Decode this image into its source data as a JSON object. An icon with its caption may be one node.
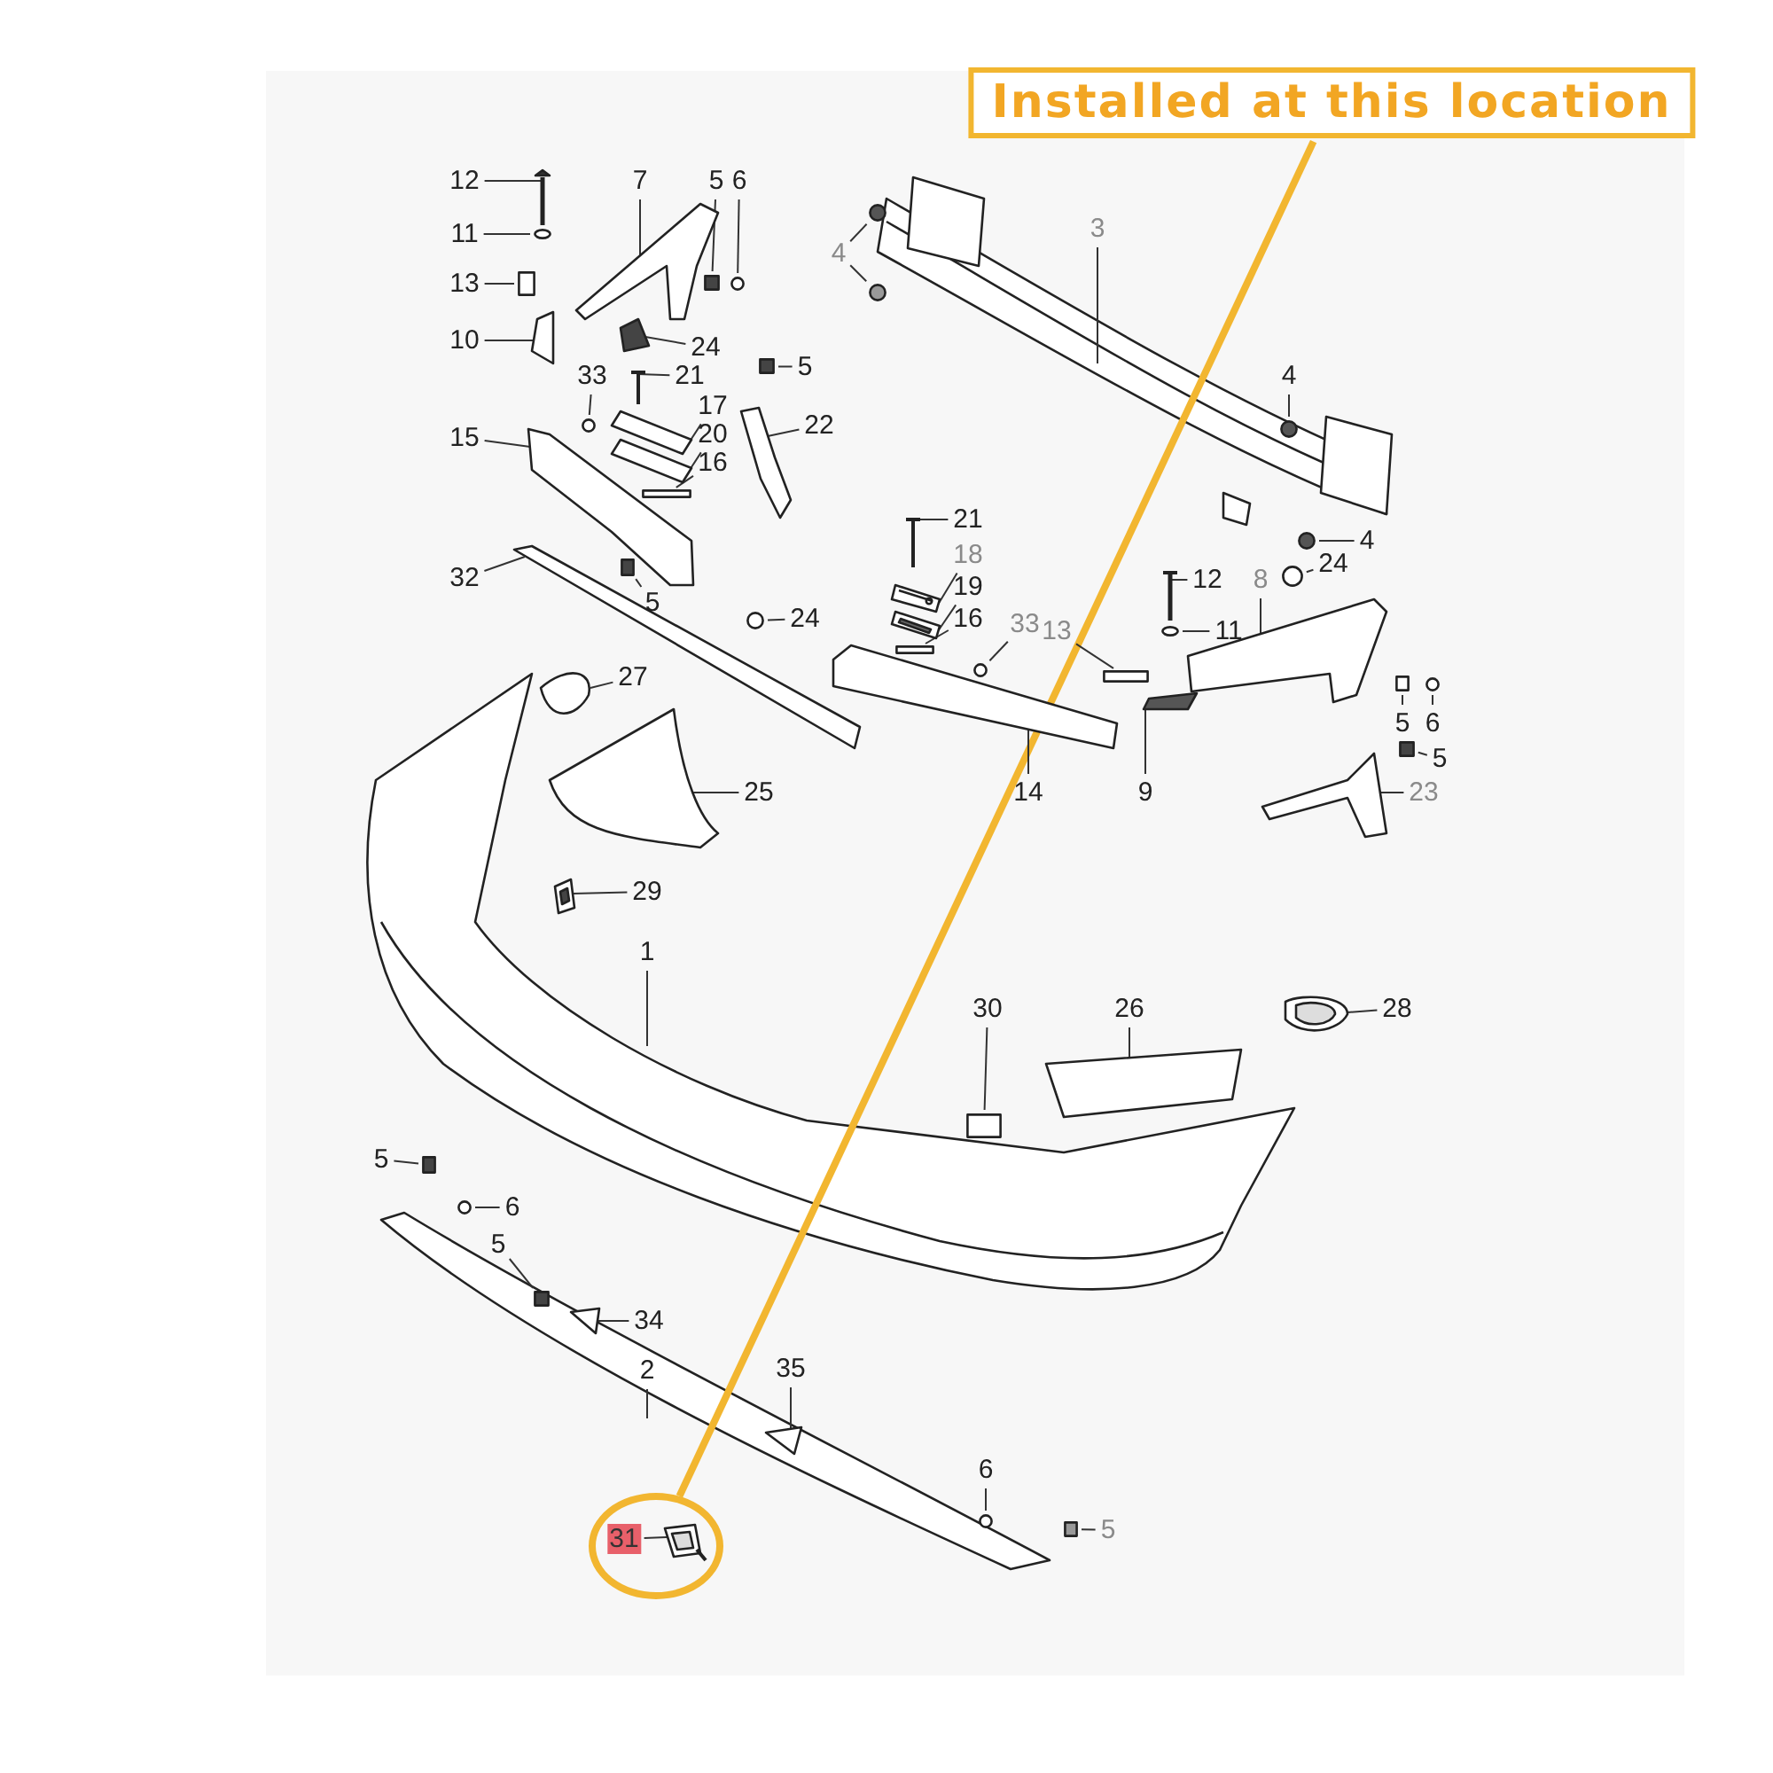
{
  "diagram": {
    "nodes": [
      {
        "text": [
          "Installed at this location"
        ]
      },
      {
        "text": [],
        "shape": "circle"
      },
      {
        "text": [
          "12"
        ]
      },
      {
        "text": [
          "11"
        ]
      },
      {
        "text": [
          "13"
        ]
      },
      {
        "text": [
          "10"
        ]
      },
      {
        "text": [
          "7"
        ]
      },
      {
        "text": [
          "5"
        ]
      },
      {
        "text": [
          "6"
        ]
      },
      {
        "text": [
          "24"
        ]
      },
      {
        "text": [
          "4"
        ]
      },
      {
        "text": [
          "3"
        ]
      },
      {
        "text": [
          "33"
        ]
      },
      {
        "text": [
          "21"
        ]
      },
      {
        "text": [
          "17"
        ]
      },
      {
        "text": [
          "20"
        ]
      },
      {
        "text": [
          "16"
        ]
      },
      {
        "text": [
          "5"
        ]
      },
      {
        "text": [
          "22"
        ]
      },
      {
        "text": [
          "15"
        ]
      },
      {
        "text": [
          "32"
        ]
      },
      {
        "text": [
          "5"
        ]
      },
      {
        "text": [
          "24"
        ]
      },
      {
        "text": [
          "21"
        ]
      },
      {
        "text": [
          "18"
        ]
      },
      {
        "text": [
          "19"
        ]
      },
      {
        "text": [
          "16"
        ]
      },
      {
        "text": [
          "33"
        ]
      },
      {
        "text": [
          "14"
        ]
      },
      {
        "text": [
          "13"
        ]
      },
      {
        "text": [
          "12"
        ]
      },
      {
        "text": [
          "11"
        ]
      },
      {
        "text": [
          "9"
        ]
      },
      {
        "text": [
          "8"
        ]
      },
      {
        "text": [
          "24"
        ]
      },
      {
        "text": [
          "5"
        ]
      },
      {
        "text": [
          "6"
        ]
      },
      {
        "text": [
          "5"
        ]
      },
      {
        "text": [
          "23"
        ]
      },
      {
        "text": [
          "4"
        ]
      },
      {
        "text": [
          "4"
        ]
      },
      {
        "text": [
          "27"
        ]
      },
      {
        "text": [
          "25"
        ]
      },
      {
        "text": [
          "29"
        ]
      },
      {
        "text": [
          "1"
        ]
      },
      {
        "text": [
          "30"
        ]
      },
      {
        "text": [
          "26"
        ]
      },
      {
        "text": [
          "28"
        ]
      },
      {
        "text": [
          "5"
        ]
      },
      {
        "text": [
          "6"
        ]
      },
      {
        "text": [
          "5"
        ]
      },
      {
        "text": [
          "34"
        ]
      },
      {
        "text": [
          "2"
        ]
      },
      {
        "text": [
          "35"
        ]
      },
      {
        "text": [
          "6"
        ]
      },
      {
        "text": [
          "5"
        ]
      },
      {
        "text": [
          "31"
        ],
        "in": 1
      },
      {
        "text": [],
        "shape": "picture"
      },
      {
        "text": [],
        "shape": "circle"
      },
      {
        "text": [],
        "shape": "box"
      },
      {
        "text": [],
        "shape": "picture"
      },
      {
        "text": [],
        "shape": "picture"
      },
      {
        "text": [],
        "shape": "box"
      },
      {
        "text": [],
        "shape": "circle"
      },
      {
        "text": [],
        "shape": "picture"
      },
      {
        "text": [],
        "shape": "circle"
      },
      {
        "text": [],
        "shape": "circle"
      },
      {
        "text": [],
        "shape": "circle"
      },
      {
        "text": [],
        "shape": "picture"
      },
      {
        "text": [],
        "shape": "picture"
      },
      {
        "text": [],
        "shape": "picture"
      },
      {
        "text": [],
        "shape": "box"
      },
      {
        "text": [],
        "shape": "box"
      },
      {
        "text": [],
        "shape": "picture"
      },
      {
        "text": [],
        "shape": "picture"
      },
      {
        "text": [],
        "shape": "box"
      },
      {
        "text": [],
        "shape": "circle"
      },
      {
        "text": [],
        "shape": "picture"
      },
      {
        "text": [],
        "shape": "picture"
      },
      {
        "text": [],
        "shape": "picture"
      },
      {
        "text": [],
        "shape": "box"
      },
      {
        "text": [],
        "shape": "circle"
      },
      {
        "text": [],
        "shape": "picture"
      },
      {
        "text": [],
        "shape": "box"
      },
      {
        "text": [],
        "shape": "picture"
      },
      {
        "text": [],
        "shape": "circle"
      },
      {
        "text": [],
        "shape": "picture"
      },
      {
        "text": [],
        "shape": "picture"
      },
      {
        "text": [],
        "shape": "circle"
      },
      {
        "text": [],
        "shape": "box"
      },
      {
        "text": [],
        "shape": "circle"
      },
      {
        "text": [],
        "shape": "box"
      },
      {
        "text": [],
        "shape": "picture"
      },
      {
        "text": [],
        "shape": "circle"
      },
      {
        "text": [],
        "shape": "circle"
      },
      {
        "text": [],
        "shape": "picture"
      },
      {
        "text": [],
        "shape": "picture"
      },
      {
        "text": [],
        "shape": "picture"
      },
      {
        "text": [],
        "shape": "box"
      },
      {
        "text": [],
        "shape": "picture"
      },
      {
        "text": [],
        "shape": "picture"
      },
      {
        "text": [],
        "shape": "box"
      },
      {
        "text": [],
        "shape": "circle"
      },
      {
        "text": [],
        "shape": "box"
      },
      {
        "text": [],
        "shape": "picture"
      },
      {
        "text": [],
        "shape": "picture"
      },
      {
        "text": [],
        "shape": "circle"
      },
      {
        "text": [],
        "shape": "box"
      },
      {
        "text": [],
        "shape": "picture",
        "in": 1
      }
    ],
    "edges": [
      {
        "from": 0,
        "to": 1,
        "arrow": "none",
        "style": "thick",
        "color": "#f2b630"
      },
      {
        "from": 2,
        "to": 57,
        "arrow": "none"
      },
      {
        "from": 3,
        "to": 58,
        "arrow": "none"
      },
      {
        "from": 4,
        "to": 59,
        "arrow": "none"
      },
      {
        "from": 5,
        "to": 60,
        "arrow": "none"
      },
      {
        "from": 6,
        "to": 61,
        "arrow": "none"
      },
      {
        "from": 7,
        "to": 62,
        "arrow": "none"
      },
      {
        "from": 8,
        "to": 63,
        "arrow": "none"
      },
      {
        "from": 9,
        "to": 64,
        "arrow": "none"
      },
      {
        "from": 10,
        "to": 65,
        "arrow": "none"
      },
      {
        "from": 10,
        "to": 66,
        "arrow": "none"
      },
      {
        "from": 11,
        "to": null,
        "arrow": "none"
      },
      {
        "from": 12,
        "to": 67,
        "arrow": "none"
      },
      {
        "from": 13,
        "to": 68,
        "arrow": "none"
      },
      {
        "from": 14,
        "to": 69,
        "arrow": "none"
      },
      {
        "from": 15,
        "to": 70,
        "arrow": "none"
      },
      {
        "from": 16,
        "to": 71,
        "arrow": "none"
      },
      {
        "from": 17,
        "to": 72,
        "arrow": "none"
      },
      {
        "from": 18,
        "to": 73,
        "arrow": "none"
      },
      {
        "from": 19,
        "to": 74,
        "arrow": "none"
      },
      {
        "from": 20,
        "to": null,
        "arrow": "none"
      },
      {
        "from": 21,
        "to": 75,
        "arrow": "none"
      },
      {
        "from": 22,
        "to": 76,
        "arrow": "none"
      },
      {
        "from": 23,
        "to": 77,
        "arrow": "none"
      },
      {
        "from": 24,
        "to": 78,
        "arrow": "none"
      },
      {
        "from": 25,
        "to": 79,
        "arrow": "none"
      },
      {
        "from": 26,
        "to": 80,
        "arrow": "none"
      },
      {
        "from": 27,
        "to": 81,
        "arrow": "none"
      },
      {
        "from": 28,
        "to": 82,
        "arrow": "none"
      },
      {
        "from": 29,
        "to": 83,
        "arrow": "none"
      },
      {
        "from": 30,
        "to": 84,
        "arrow": "none"
      },
      {
        "from": 31,
        "to": 85,
        "arrow": "none"
      },
      {
        "from": 32,
        "to": 86,
        "arrow": "none"
      },
      {
        "from": 33,
        "to": 87,
        "arrow": "none"
      },
      {
        "from": 34,
        "to": 88,
        "arrow": "none"
      },
      {
        "from": 35,
        "to": 89,
        "arrow": "none"
      },
      {
        "from": 36,
        "to": 90,
        "arrow": "none"
      },
      {
        "from": 37,
        "to": 91,
        "arrow": "none"
      },
      {
        "from": 38,
        "to": 92,
        "arrow": "none"
      },
      {
        "from": 39,
        "to": 93,
        "arrow": "none"
      },
      {
        "from": 40,
        "to": 94,
        "arrow": "none"
      },
      {
        "from": 41,
        "to": 95,
        "arrow": "none"
      },
      {
        "from": 42,
        "to": 96,
        "arrow": "none"
      },
      {
        "from": 43,
        "to": 97,
        "arrow": "none"
      },
      {
        "from": 44,
        "to": null,
        "arrow": "none"
      },
      {
        "from": 45,
        "to": 98,
        "arrow": "none"
      },
      {
        "from": 46,
        "to": 99,
        "arrow": "none"
      },
      {
        "from": 47,
        "to": 100,
        "arrow": "none"
      },
      {
        "from": 48,
        "to": 101,
        "arrow": "none"
      },
      {
        "from": 49,
        "to": 102,
        "arrow": "none"
      },
      {
        "from": 50,
        "to": 103,
        "arrow": "none"
      },
      {
        "from": 51,
        "to": 104,
        "arrow": "none"
      },
      {
        "from": 52,
        "to": null,
        "arrow": "none"
      },
      {
        "from": 53,
        "to": 105,
        "arrow": "none"
      },
      {
        "from": 54,
        "to": 106,
        "arrow": "none"
      },
      {
        "from": 55,
        "to": 107,
        "arrow": "none"
      },
      {
        "from": 56,
        "to": 108,
        "arrow": "none"
      }
    ]
  }
}
